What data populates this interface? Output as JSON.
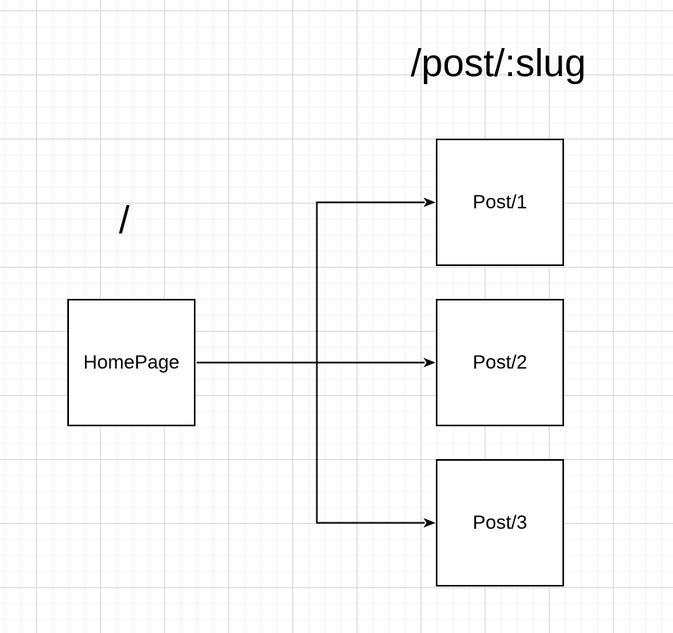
{
  "diagram": {
    "title": "/post/:slug",
    "root_label": "/",
    "nodes": [
      {
        "id": "homepage",
        "label": "HomePage"
      },
      {
        "id": "post1",
        "label": "Post/1"
      },
      {
        "id": "post2",
        "label": "Post/2"
      },
      {
        "id": "post3",
        "label": "Post/3"
      }
    ],
    "edges": [
      {
        "from": "HomePage",
        "to": "Post/1",
        "style": "orthogonal-arrow"
      },
      {
        "from": "HomePage",
        "to": "Post/2",
        "style": "straight-arrow"
      },
      {
        "from": "HomePage",
        "to": "Post/3",
        "style": "orthogonal-arrow"
      }
    ],
    "colors": {
      "stroke": "#000000",
      "node_fill": "#ffffff",
      "text": "#000000",
      "grid_minor": "#f2f2f2",
      "grid_major": "#d4d4d4",
      "background": "#ffffff"
    }
  }
}
